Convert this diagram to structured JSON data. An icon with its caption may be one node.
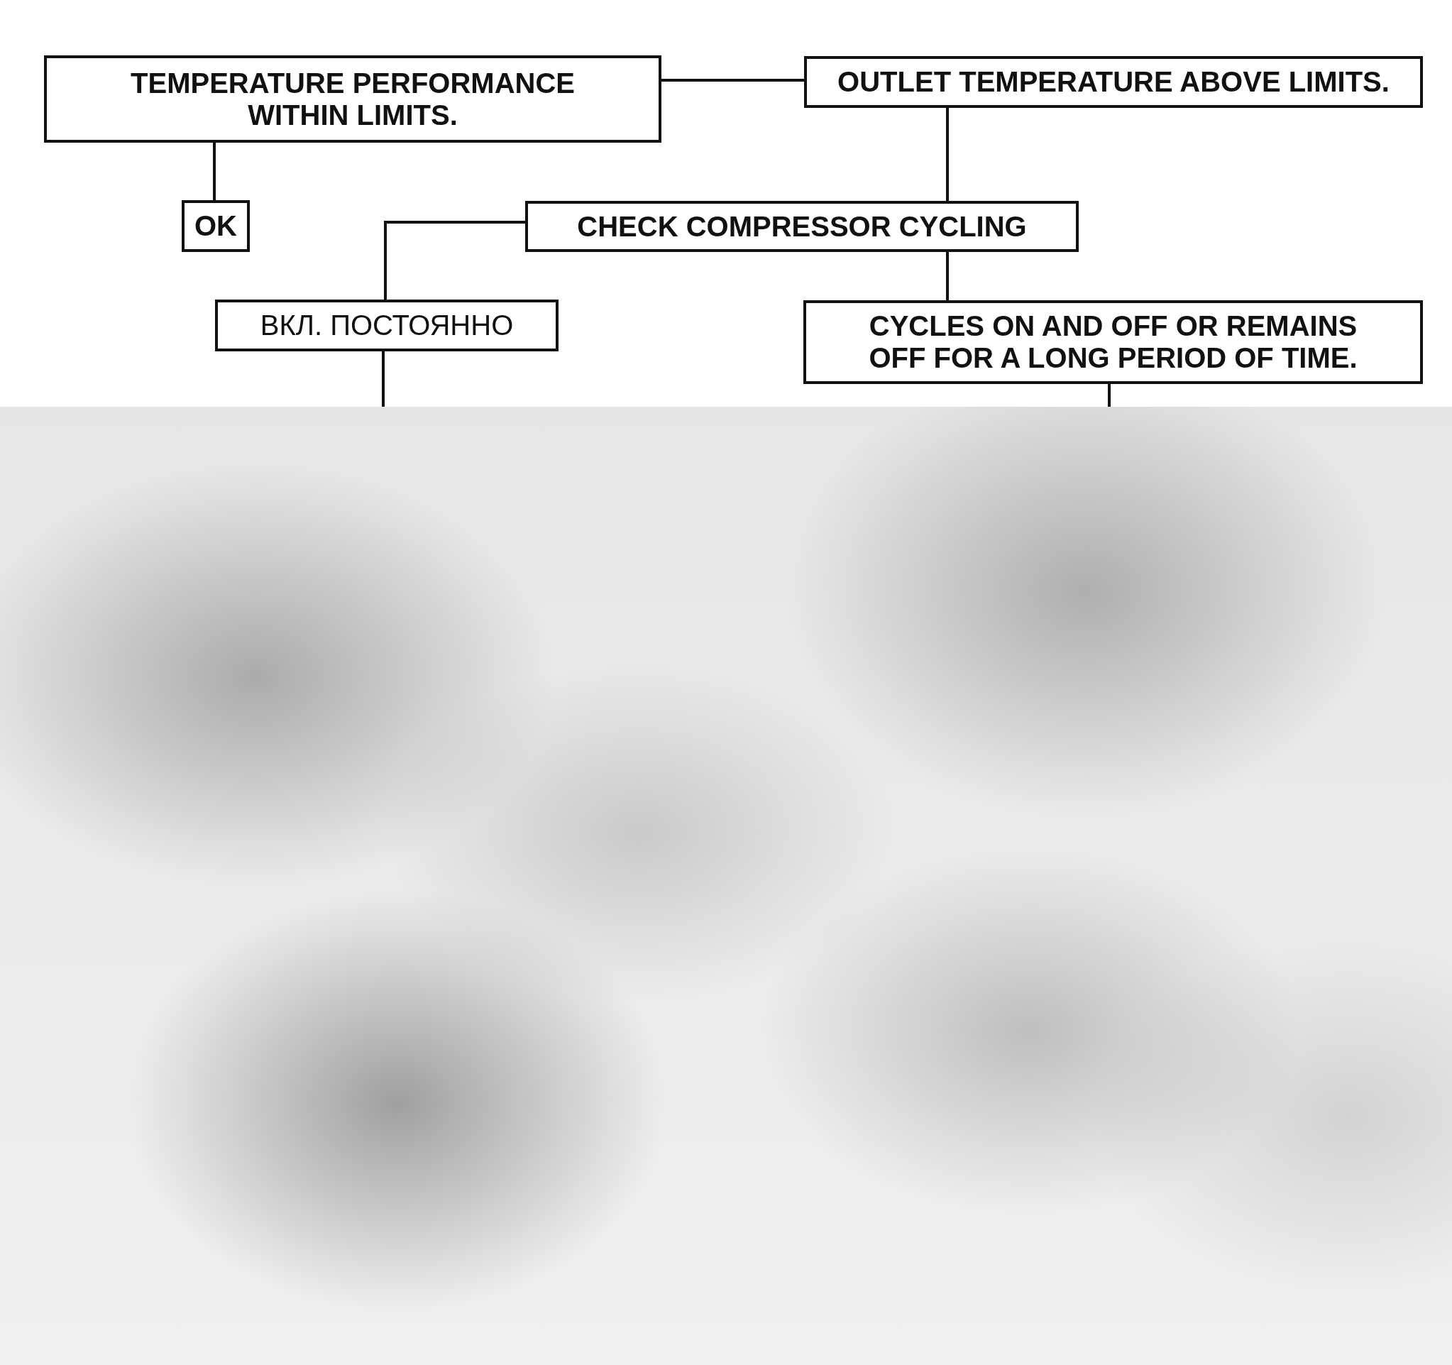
{
  "diagram": {
    "nodes": [
      {
        "text": [
          "TEMPERATURE PERFORMANCE WITHIN LIMITS."
        ]
      },
      {
        "text": [
          "OUTLET TEMPERATURE ABOVE LIMITS."
        ]
      },
      {
        "text": [
          "OK"
        ]
      },
      {
        "text": [
          "CHECK COMPRESSOR CYCLING"
        ]
      },
      {
        "text": [
          "ВКЛ. ПОСТОЯННО"
        ]
      },
      {
        "text": [
          "CYCLES ON AND OFF OR REMAINS OFF FOR A LONG PERIOD OF TIME."
        ]
      }
    ],
    "edges": [
      {
        "from": 0,
        "to": 1,
        "arrow": "none"
      },
      {
        "from": 0,
        "to": 2,
        "arrow": "none"
      },
      {
        "from": 1,
        "to": 3,
        "arrow": "none"
      },
      {
        "from": 3,
        "to": 4,
        "arrow": "none"
      },
      {
        "from": 3,
        "to": 5,
        "arrow": "none"
      },
      {
        "from": 4,
        "to": null,
        "arrow": "none"
      },
      {
        "from": 5,
        "to": null,
        "arrow": "none"
      }
    ]
  }
}
